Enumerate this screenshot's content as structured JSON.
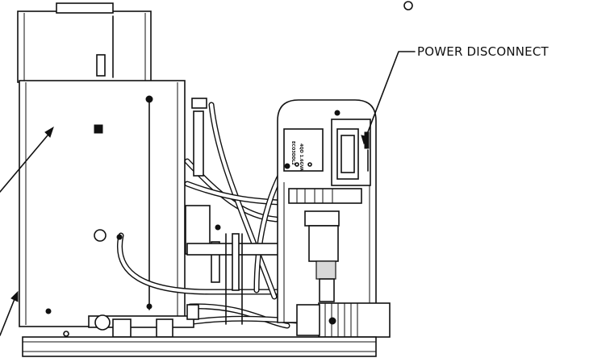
{
  "callouts": {
    "power_disconnect": "POWER DISCONNECT"
  },
  "panel_text": {
    "line1": "ECO3DDL2",
    "line2": "4QD 1.6GVA"
  }
}
